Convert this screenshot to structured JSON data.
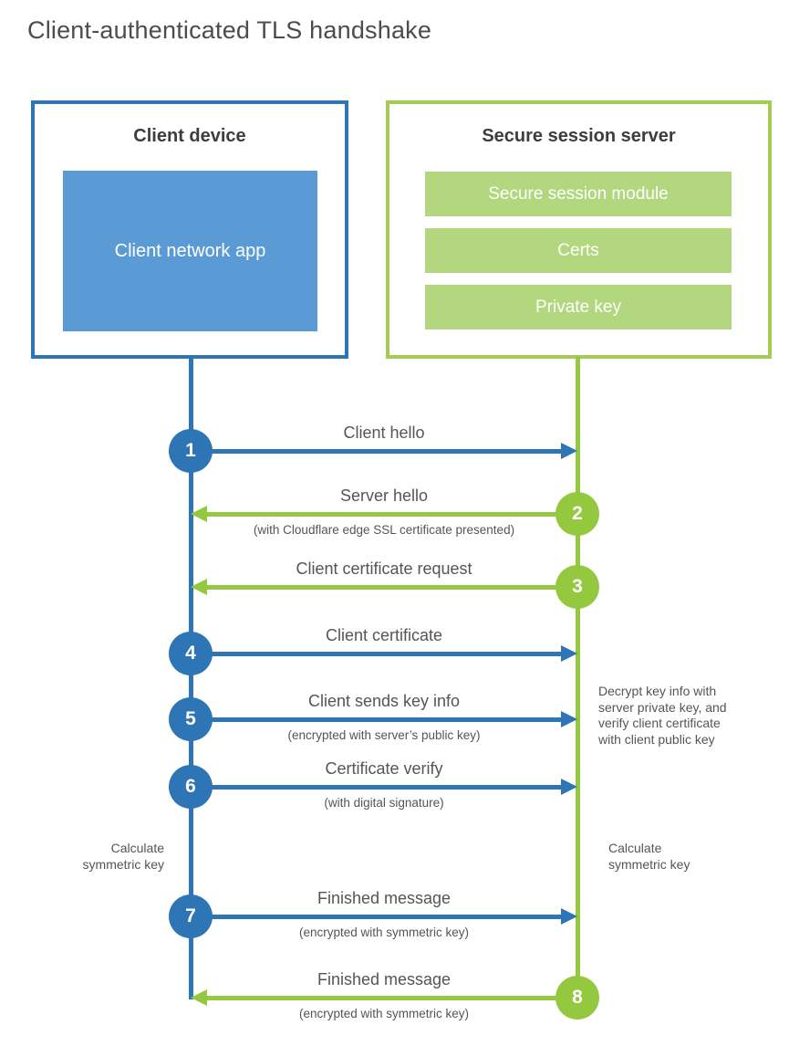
{
  "title": "Client-authenticated TLS handshake",
  "client_box": {
    "title": "Client device",
    "app_label": "Client network app"
  },
  "server_box": {
    "title": "Secure session server",
    "modules": [
      "Secure session module",
      "Certs",
      "Private key"
    ]
  },
  "steps": [
    {
      "num": "1",
      "from": "client",
      "label": "Client hello",
      "sublabel": ""
    },
    {
      "num": "2",
      "from": "server",
      "label": "Server hello",
      "sublabel": "(with Cloudflare edge SSL certificate presented)"
    },
    {
      "num": "3",
      "from": "server",
      "label": "Client certificate request",
      "sublabel": ""
    },
    {
      "num": "4",
      "from": "client",
      "label": "Client certificate",
      "sublabel": ""
    },
    {
      "num": "5",
      "from": "client",
      "label": "Client sends key info",
      "sublabel": "(encrypted with server’s public key)"
    },
    {
      "num": "6",
      "from": "client",
      "label": "Certificate verify",
      "sublabel": "(with digital signature)"
    },
    {
      "num": "7",
      "from": "client",
      "label": "Finished message",
      "sublabel": "(encrypted with symmetric key)"
    },
    {
      "num": "8",
      "from": "server",
      "label": "Finished message",
      "sublabel": "(encrypted with symmetric key)"
    }
  ],
  "notes": [
    {
      "id": "server-decrypt-note",
      "text": "Decrypt key info with server private key, and verify client certificate with client public key"
    },
    {
      "id": "client-calculate-note",
      "text": "Calculate symmetric key"
    },
    {
      "id": "server-calculate-note",
      "text": "Calculate symmetric key"
    }
  ],
  "colors": {
    "blue": "#2e75b5",
    "blue_fill": "#5b9bd5",
    "green": "#94c83e",
    "green_border": "#a4cc55",
    "green_fill": "#b3d77e"
  }
}
